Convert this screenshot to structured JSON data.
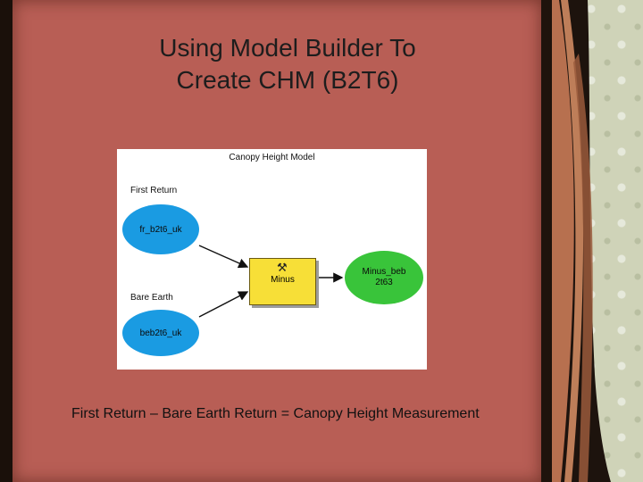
{
  "slide": {
    "title_line1": "Using Model Builder To",
    "title_line2": "Create CHM (B2T6)",
    "caption": "First Return – Bare Earth Return = Canopy Height Measurement"
  },
  "figure": {
    "title": "Canopy Height Model",
    "first_return_label": "First Return",
    "bare_earth_label": "Bare Earth",
    "first_return_input": "fr_b2t6_uk",
    "bare_earth_input": "beb2t6_uk",
    "tool_name": "Minus",
    "output_line1": "Minus_beb",
    "output_line2": "2t63",
    "colors": {
      "input_ellipse": "#1a9be2",
      "tool_box": "#f7df37",
      "output_ellipse": "#39c43a",
      "slide_background": "#b85e55"
    },
    "icons": [
      "hammer-icon",
      "arrow-icon"
    ]
  }
}
